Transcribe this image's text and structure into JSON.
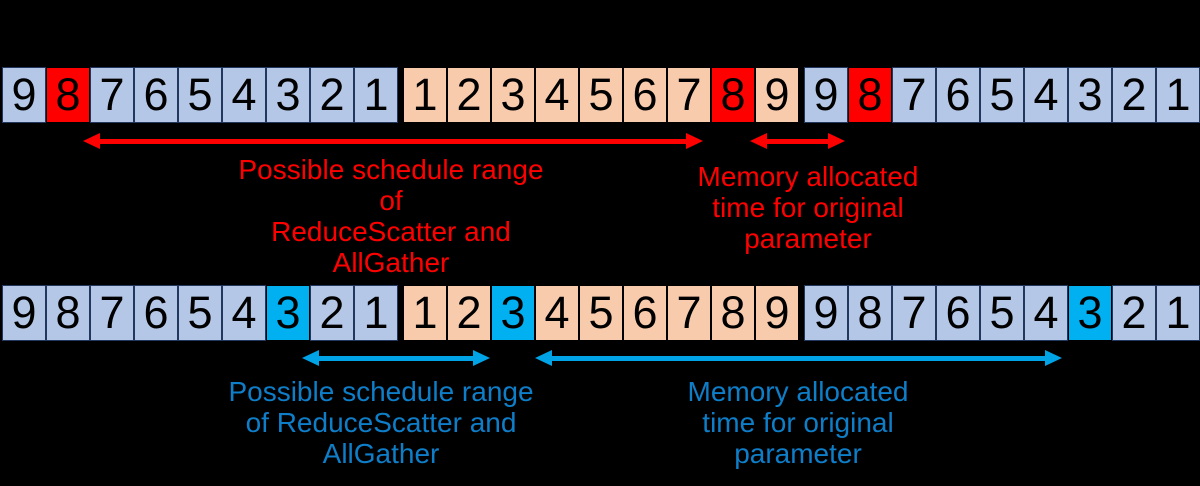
{
  "colors": {
    "background": "#000000",
    "cell_blue": "#B4C7E7",
    "cell_blue_border": "#22375E",
    "cell_orange": "#F8CBAD",
    "cell_border_dark": "#000000",
    "highlight_red": "#FF0000",
    "highlight_cyan": "#00B0F0",
    "red_accent": "#FF0000",
    "blue_text": "#0E7EC8",
    "blue_arrow": "#00A3E6",
    "digit_color": "#000000"
  },
  "rows": [
    {
      "id": "top",
      "accent": "red",
      "sections": [
        {
          "palette": "blue",
          "values": [
            "9",
            "8",
            "7",
            "6",
            "5",
            "4",
            "3",
            "2",
            "1"
          ],
          "highlight_indices": [
            1
          ]
        },
        {
          "palette": "orange",
          "values": [
            "1",
            "2",
            "3",
            "4",
            "5",
            "6",
            "7",
            "8",
            "9"
          ],
          "highlight_indices": [
            7
          ]
        },
        {
          "palette": "blue",
          "values": [
            "9",
            "8",
            "7",
            "6",
            "5",
            "4",
            "3",
            "2",
            "1"
          ],
          "highlight_indices": [
            1
          ]
        }
      ],
      "schedule_label": "Possible schedule range of\nReduceScatter and\nAllGather",
      "memory_label": "Memory allocated\ntime for original\nparameter"
    },
    {
      "id": "bottom",
      "accent": "cyan",
      "sections": [
        {
          "palette": "blue",
          "values": [
            "9",
            "8",
            "7",
            "6",
            "5",
            "4",
            "3",
            "2",
            "1"
          ],
          "highlight_indices": [
            6
          ]
        },
        {
          "palette": "orange",
          "values": [
            "1",
            "2",
            "3",
            "4",
            "5",
            "6",
            "7",
            "8",
            "9"
          ],
          "highlight_indices": [
            2
          ]
        },
        {
          "palette": "blue",
          "values": [
            "9",
            "8",
            "7",
            "6",
            "5",
            "4",
            "3",
            "2",
            "1"
          ],
          "highlight_indices": [
            6
          ]
        }
      ],
      "schedule_label": "Possible schedule range\nof ReduceScatter and\nAllGather",
      "memory_label": "Memory allocated\ntime for original\nparameter"
    }
  ]
}
